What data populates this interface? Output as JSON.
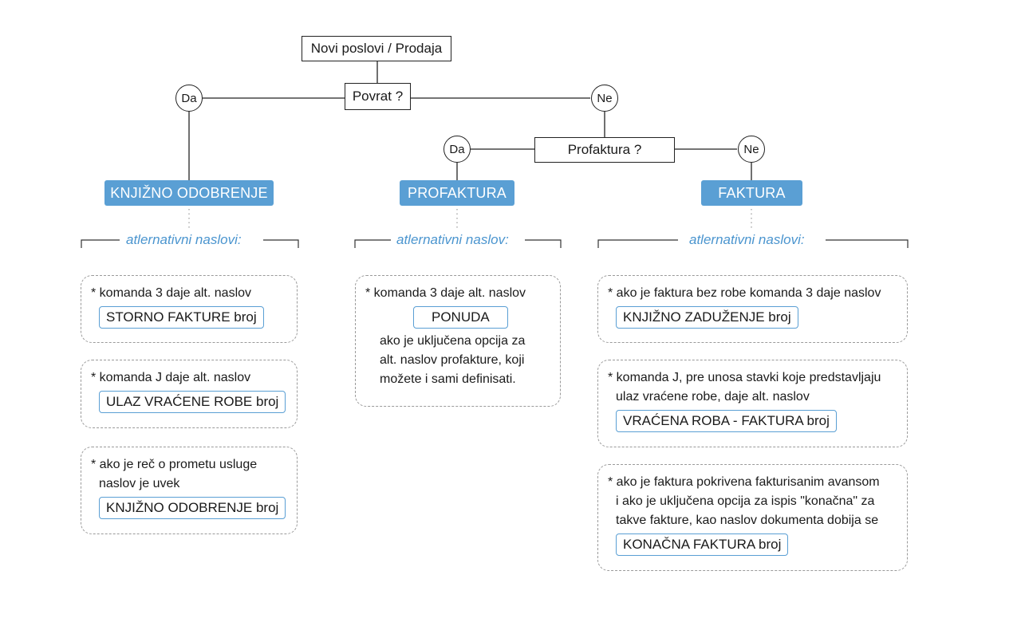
{
  "root": "Novi poslovi / Prodaja",
  "q1": {
    "label": "Povrat ?",
    "yes": "Da",
    "no": "Ne"
  },
  "q2": {
    "label": "Profaktura ?",
    "yes": "Da",
    "no": "Ne"
  },
  "results": {
    "knjizno": "KNJIŽNO ODOBRENJE",
    "profaktura": "PROFAKTURA",
    "faktura": "FAKTURA"
  },
  "alt_headers": {
    "knjizno": "atlernativni naslovi:",
    "profaktura": "atlernativni naslov:",
    "faktura": "atlernativni naslovi:"
  },
  "notes": {
    "k1": {
      "text": "* komanda 3 daje alt. naslov",
      "tag": "STORNO FAKTURE broj"
    },
    "k2": {
      "text": "* komanda J daje alt. naslov",
      "tag": "ULAZ VRAĆENE ROBE broj"
    },
    "k3": {
      "line1": "* ako je reč o prometu usluge",
      "line2": "naslov je uvek",
      "tag": "KNJIŽNO ODOBRENJE broj"
    },
    "p1": {
      "text": "* komanda 3 daje alt. naslov",
      "tag": "PONUDA",
      "line1": "ako je uključena opcija za",
      "line2": "alt. naslov profakture, koji",
      "line3": "možete i sami definisati."
    },
    "f1": {
      "text": "* ako je faktura bez robe komanda 3 daje naslov",
      "tag": "KNJIŽNO ZADUŽENJE broj"
    },
    "f2": {
      "line1": "* komanda J, pre unosa stavki koje predstavljaju",
      "line2": "ulaz vraćene robe, daje alt. naslov",
      "tag": "VRAĆENA ROBA - FAKTURA broj"
    },
    "f3": {
      "line1": "* ako je faktura pokrivena fakturisanim avansom",
      "line2": "i ako je uključena opcija za ispis \"konačna\" za",
      "line3": "takve fakture, kao naslov dokumenta dobija se",
      "tag": "KONAČNA FAKTURA broj"
    }
  }
}
